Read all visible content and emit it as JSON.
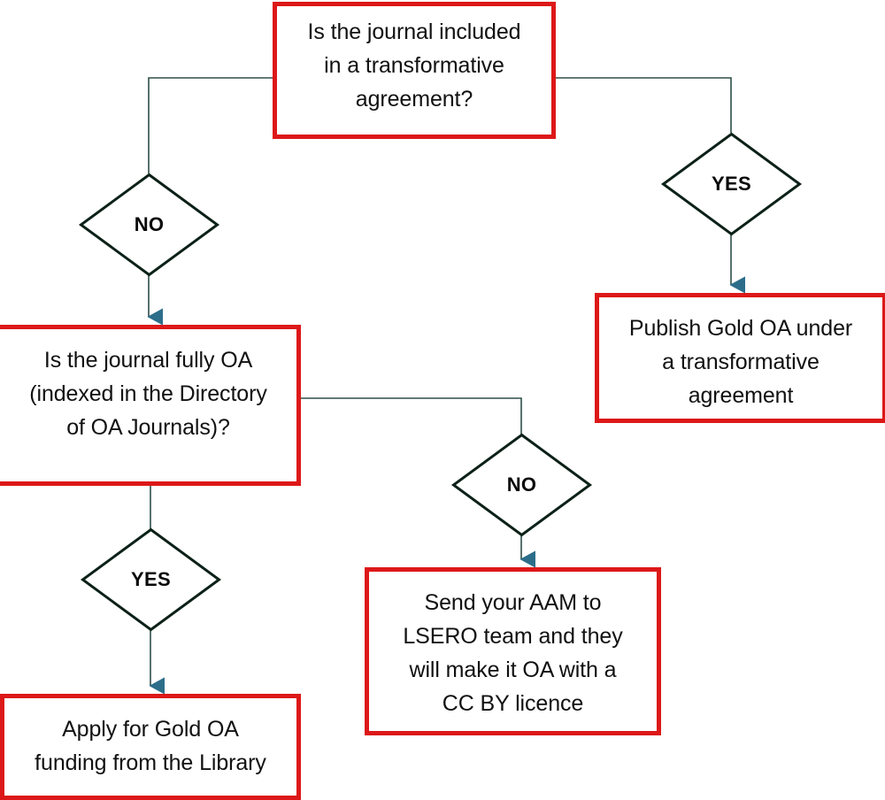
{
  "diagram": {
    "title": "Open Access publishing route decision flowchart",
    "colors": {
      "box_border": "#dd1818",
      "box_fill": "#ffffff",
      "diamond_stroke": "#0c2118",
      "connector_line": "#2f4f49",
      "arrow_head": "#2c6e8a",
      "text": "#111111",
      "background": "#ffffff"
    },
    "nodes": {
      "start_question": {
        "type": "process-box",
        "text": "Is the journal included\nin a transformative\nagreement?"
      },
      "decision_no_1": {
        "type": "decision-diamond",
        "text": "NO"
      },
      "decision_yes_1": {
        "type": "decision-diamond",
        "text": "YES"
      },
      "publish_gold_oa": {
        "type": "process-box",
        "text": "Publish Gold OA under\na transformative\nagreement"
      },
      "fully_oa_question": {
        "type": "process-box",
        "text": "Is the journal fully OA\n(indexed in the Directory\nof OA Journals)?"
      },
      "decision_no_2": {
        "type": "decision-diamond",
        "text": "NO"
      },
      "decision_yes_2": {
        "type": "decision-diamond",
        "text": "YES"
      },
      "send_aam": {
        "type": "process-box",
        "text": "Send your AAM to\nLSERO team and they\nwill make it OA with a\nCC BY licence"
      },
      "apply_funding": {
        "type": "process-box",
        "text": "Apply for Gold OA\nfunding from the Library"
      }
    },
    "edges": [
      {
        "from": "start_question",
        "to": "decision_no_1",
        "label": ""
      },
      {
        "from": "start_question",
        "to": "decision_yes_1",
        "label": ""
      },
      {
        "from": "decision_no_1",
        "to": "fully_oa_question",
        "label": ""
      },
      {
        "from": "decision_yes_1",
        "to": "publish_gold_oa",
        "label": ""
      },
      {
        "from": "fully_oa_question",
        "to": "decision_no_2",
        "label": ""
      },
      {
        "from": "fully_oa_question",
        "to": "decision_yes_2",
        "label": ""
      },
      {
        "from": "decision_no_2",
        "to": "send_aam",
        "label": ""
      },
      {
        "from": "decision_yes_2",
        "to": "apply_funding",
        "label": ""
      }
    ]
  }
}
